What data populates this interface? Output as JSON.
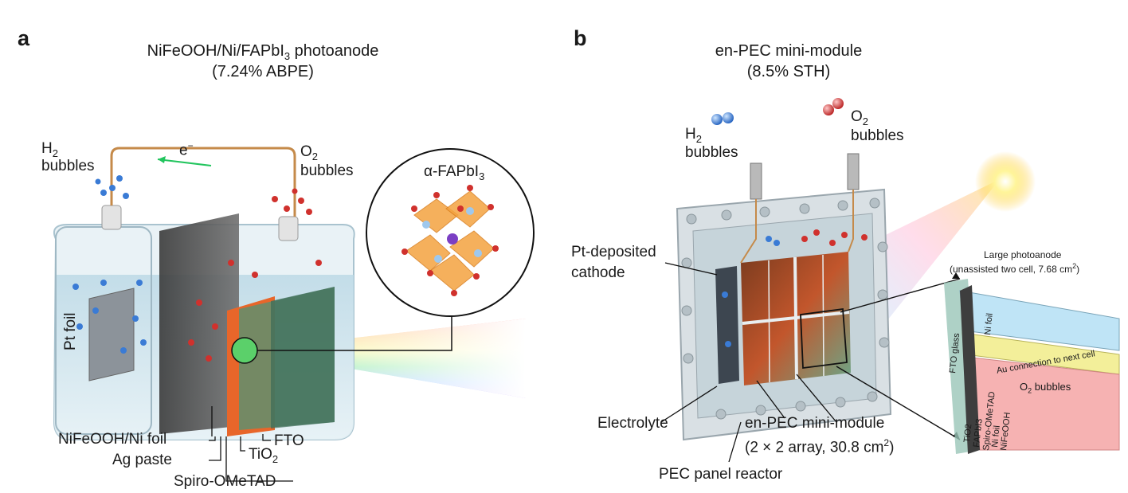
{
  "panel_a": {
    "letter": "a",
    "title": "NiFeOOH/Ni/FAPbI",
    "title_sub": "3",
    "title_suffix": " photoanode",
    "subtitle": "(7.24% ABPE)",
    "electron": "e",
    "electron_sup": "−",
    "h2": "H",
    "h2_sub": "2",
    "h2_bubbles": "bubbles",
    "o2": "O",
    "o2_sub": "2",
    "o2_bubbles": "bubbles",
    "crystal_label": "α-FAPbI",
    "crystal_sub": "3",
    "pt_foil": "Pt foil",
    "layers": {
      "nifeooh": "NiFeOOH/Ni foil",
      "ag": "Ag paste",
      "spiro": "Spiro-OMeTAD",
      "tio2": "TiO",
      "tio2_sub": "2",
      "fto": "FTO"
    }
  },
  "panel_b": {
    "letter": "b",
    "title": "en-PEC mini-module",
    "subtitle": "(8.5% STH)",
    "h2": "H",
    "h2_sub": "2",
    "h2_bubbles": "bubbles",
    "o2": "O",
    "o2_sub": "2",
    "o2_bubbles": "bubbles",
    "pt_cathode_1": "Pt-deposited",
    "pt_cathode_2": "cathode",
    "electrolyte": "Electrolyte",
    "module_1": "en-PEC mini-module",
    "module_2": "(2 × 2 array, 30.8 cm",
    "module_2_sup": "2",
    "module_2_end": ")",
    "reactor": "PEC panel reactor",
    "inset_title": "Large photoanode",
    "inset_sub": "(unassisted two cell, 7.68 cm",
    "inset_sub_sup": "2",
    "inset_sub_end": ")",
    "inset_fto": "FTO glass",
    "inset_ni": "Ni foil",
    "inset_au": "Au connection to next cell",
    "inset_o2": "O",
    "inset_o2_sub": "2",
    "inset_o2_end": " bubbles",
    "inset_stack": [
      "TiO2",
      "FAPbI3",
      "Spiro-OMeTAD",
      "Ni foil",
      "NiFeOOH"
    ]
  },
  "colors": {
    "h2_bubble": "#3a7bd5",
    "o2_bubble": "#d0312d",
    "wire": "#c58a4a",
    "arrow": "#22c55e",
    "glass": "#cfe3ee",
    "octahedron": "#f4a340"
  }
}
